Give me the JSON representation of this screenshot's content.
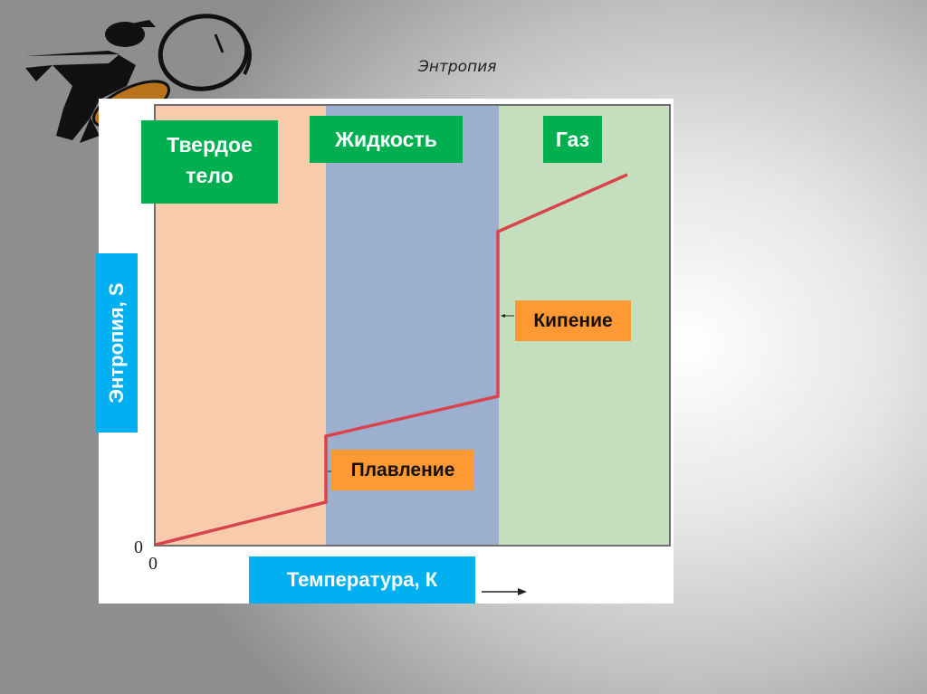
{
  "slide": {
    "title": "Энтропия"
  },
  "phases": [
    {
      "name": "Твердое тело",
      "line1": "Твердое",
      "line2": "тело",
      "color": "#f8cbad"
    },
    {
      "name": "Жидкость",
      "color": "#9dafcf"
    },
    {
      "name": "Газ",
      "color": "#c5dfbe"
    }
  ],
  "transitions": {
    "melting": "Плавление",
    "boiling": "Кипение"
  },
  "axes": {
    "ylabel": "Энтропия, S",
    "xlabel": "Температура, К",
    "y_origin": "0",
    "x_origin": "0"
  },
  "colors": {
    "line": "#d9434b",
    "label_green": "#00b050",
    "label_orange": "#ff9933",
    "label_blue": "#00b0f0"
  },
  "chart_data": {
    "type": "line",
    "title": "Энтропия",
    "xlabel": "Температура, К",
    "ylabel": "Энтропия, S",
    "x": [
      0,
      33,
      33,
      66.5,
      66.5,
      91
    ],
    "y": [
      0,
      10,
      25,
      34,
      72,
      84
    ],
    "xlim": [
      0,
      100
    ],
    "ylim": [
      0,
      100
    ],
    "regions": [
      {
        "label": "Твердое тело",
        "x_range": [
          0,
          33
        ],
        "color": "#f8cbad"
      },
      {
        "label": "Жидкость",
        "x_range": [
          33,
          66.5
        ],
        "color": "#9dafcf"
      },
      {
        "label": "Газ",
        "x_range": [
          66.5,
          100
        ],
        "color": "#c5dfbe"
      }
    ],
    "annotations": [
      {
        "text": "Плавление",
        "at_x": 33
      },
      {
        "text": "Кипение",
        "at_x": 66.5
      }
    ],
    "grid": false,
    "tick_labels": {
      "x": [
        "0"
      ],
      "y": [
        "0"
      ]
    }
  }
}
